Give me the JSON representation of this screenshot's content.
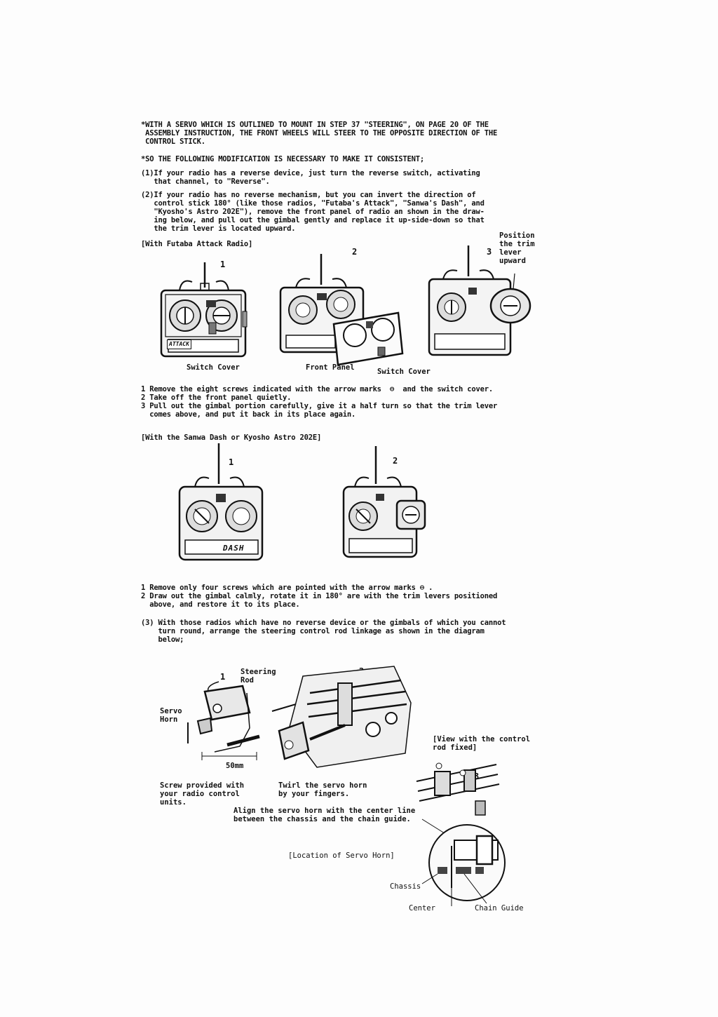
{
  "intro": {
    "warning": "*WITH A SERVO WHICH IS OUTLINED TO MOUNT IN STEP 37 \"STEERING\", ON PAGE 20 OF THE\n ASSEMBLY INSTRUCTION, THE FRONT WHEELS WILL STEER TO THE OPPOSITE DIRECTION OF THE\n CONTROL STICK.",
    "modification": "*SO THE FOLLOWING MODIFICATION IS NECESSARY TO MAKE IT CONSISTENT;",
    "item1": "(1)If your radio has a reverse device, just turn the reverse switch, activating\n   that channel, to \"Reverse\".",
    "item2": "(2)If your radio has no reverse mechanism, but you can invert the direction of\n   control stick 180° (like those radios, \"Futaba's Attack\", \"Sanwa's Dash\", and\n   \"Kyosho's Astro 202E\"), remove the front panel of radio an shown in the draw-\n   ing below, and pull out the gimbal gently and replace it up-side-down so that\n   the trim lever is located upward."
  },
  "futaba": {
    "heading": "[With Futaba Attack Radio]",
    "position_trim": "Position\nthe trim\nlever\nupward",
    "step1": "1",
    "step2": "2",
    "step3": "3",
    "switch_cover_1": "Switch Cover",
    "front_panel": "Front Panel",
    "switch_cover_2": "Switch Cover",
    "brand": "ATTACK",
    "steps": "1 Remove the eight screws indicated with the arrow marks  ⊖  and the switch cover.\n2 Take off the front panel quietly.\n3 Pull out the gimbal portion carefully, give it a half turn so that the trim lever\n  comes above, and put it back in its place again."
  },
  "sanwa": {
    "heading": "[With the Sanwa Dash or Kyosho Astro 202E]",
    "step1": "1",
    "step2": "2",
    "brand": "DASH",
    "steps": "1 Remove only four screws which are pointed with the arrow marks ⊖ .\n2 Draw out the gimbal calmly, rotate it in 180° are with the trim levers positioned\n  above, and restore it to its place."
  },
  "item3": "(3) With those radios which have no reverse device or the gimbals of which you cannot\n    turn round, arrange the steering control rod linkage as shown in the diagram\n    below;",
  "linkage": {
    "step1": "1",
    "step2": "2",
    "step3": "3",
    "steering_rod": "Steering\nRod",
    "servo_horn": "Servo\nHorn",
    "dimension": "50mm",
    "screw": "Screw provided with\nyour radio control\nunits.",
    "twirl": "Twirl the servo horn\nby your fingers.",
    "view_fixed": "[View with the control\nrod fixed]",
    "align": "Align the servo horn with the center line\nbetween the chassis and the chain guide.",
    "location": "[Location of Servo Horn]",
    "chassis": "Chassis",
    "center": "Center",
    "chain_guide": "Chain Guide"
  }
}
